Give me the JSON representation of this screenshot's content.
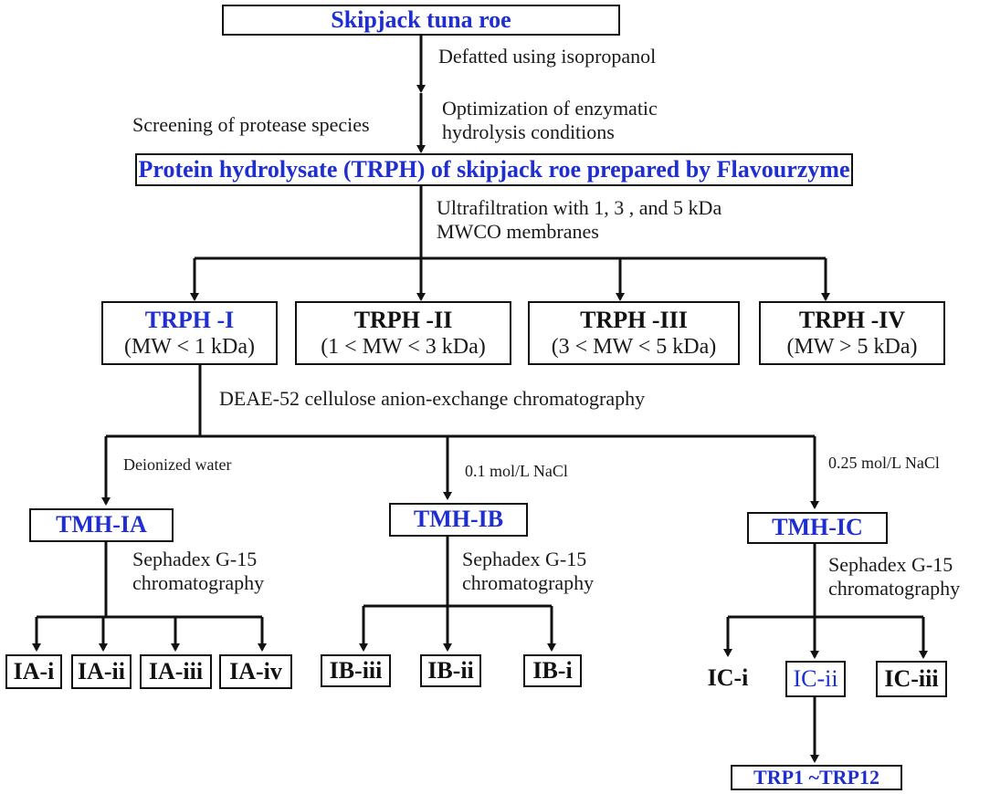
{
  "nodes": {
    "root": "Skipjack tuna roe",
    "trph": "Protein hydrolysate (TRPH) of skipjack roe prepared by Flavourzyme",
    "trph_i": {
      "title": "TRPH -I",
      "sub": "(MW < 1 kDa)"
    },
    "trph_ii": {
      "title": "TRPH -II",
      "sub": "(1 < MW < 3 kDa)"
    },
    "trph_iii": {
      "title": "TRPH -III",
      "sub": "(3 < MW < 5 kDa)"
    },
    "trph_iv": {
      "title": "TRPH -IV",
      "sub": "(MW > 5 kDa)"
    },
    "tmh_ia": "TMH-IA",
    "tmh_ib": "TMH-IB",
    "tmh_ic": "TMH-IC",
    "ia": [
      "IA-i",
      "IA-ii",
      "IA-iii",
      "IA-iv"
    ],
    "ib": [
      "IB-iii",
      "IB-ii",
      "IB-i"
    ],
    "ic": [
      "IC-i",
      "IC-ii",
      "IC-iii"
    ],
    "trp": "TRP1 ~TRP12"
  },
  "steps": {
    "defatted": "Defatted using isopropanol",
    "screening": "Screening of protease species",
    "optimization": [
      "Optimization of enzymatic",
      "hydrolysis conditions"
    ],
    "ultrafiltration": [
      "Ultrafiltration with 1, 3 , and 5 kDa",
      "MWCO membranes"
    ],
    "deae": "DEAE-52 cellulose anion-exchange chromatography",
    "deionized": "Deionized water",
    "nacl_01": "0.1 mol/L NaCl",
    "nacl_025": "0.25 mol/L NaCl",
    "sephadex_a": [
      "Sephadex G-15",
      "chromatography"
    ],
    "sephadex_b": [
      "Sephadex G-15",
      "chromatography"
    ],
    "sephadex_c": [
      "Sephadex G-15",
      "chromatography"
    ]
  },
  "colors": {
    "highlight_text": "#1f2ecf",
    "default_text": "#111111",
    "line": "#111111"
  }
}
